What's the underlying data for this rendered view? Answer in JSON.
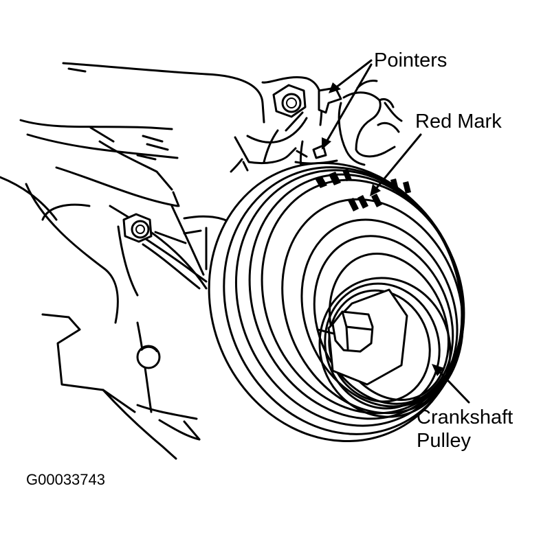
{
  "labels": {
    "pointers": "Pointers",
    "red_mark": "Red Mark",
    "crankshaft_line1": "Crankshaft",
    "crankshaft_line2": "Pulley"
  },
  "figure_code": "G00033743",
  "colors": {
    "ink": "#000000",
    "paper": "#ffffff"
  }
}
